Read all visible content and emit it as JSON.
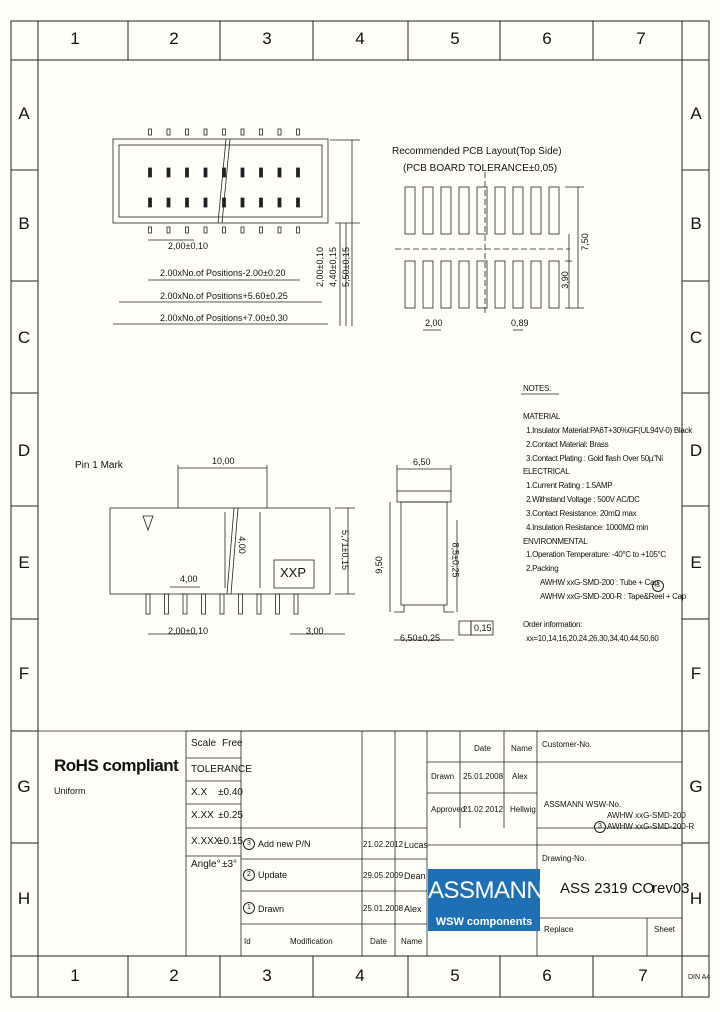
{
  "grid": {
    "columns": [
      "1",
      "2",
      "3",
      "4",
      "5",
      "6",
      "7"
    ],
    "rows": [
      "A",
      "B",
      "C",
      "D",
      "E",
      "F",
      "G",
      "H"
    ]
  },
  "top_view": {
    "pitch_label": "2,00±0,10",
    "positions_2": "2.00xNo.of Positions-2.00±0.20",
    "positions_6": "2.00xNo.of Positions+5.60±0.25",
    "positions_7": "2.00xNo.of Positions+7.00±0.30",
    "dim_v1": "2,00±0,10",
    "dim_v2": "4,40±0,15",
    "dim_v3": "5,50±0,15"
  },
  "pcb_layout": {
    "title": "Recommended PCB Layout(Top Side)",
    "subtitle": "(PCB BOARD TOLERANCE±0,05)",
    "dim_pitch": "2,00",
    "dim_pad": "0,89",
    "dim_height": "7,50",
    "dim_inner": "3,90"
  },
  "side_view": {
    "pin1_label": "Pin 1 Mark",
    "dim_top": "10,00",
    "dim_height": "5,71±0,15",
    "dim_inner": "4,00",
    "dim_pin": "4,00",
    "dim_pitch": "2,00±0,10",
    "marking": "XXP",
    "dim_ref": "3,00"
  },
  "end_view": {
    "dim_top": "6,50",
    "dim_height1": "9,50",
    "dim_height2": "8,5±0,25",
    "dim_bottom": "6,50±0,25",
    "flatness": "0,15"
  },
  "notes": {
    "header": "NOTES:",
    "lines": [
      "MATERIAL",
      "1.Insulator Material:PA6T+30%GF(UL94V-0) Black",
      "2.Contact Material: Brass",
      "3.Contact Plating : Gold flash Over 50µ\"Ni",
      "ELECTRICAL",
      "1.Current Rating : 1.5AMP",
      "2.Withstand Voltage : 500V AC/DC",
      "3.Contact Resistance: 20mΩ max",
      "4.Insulation Resistance: 1000MΩ min",
      "ENVIRONMENTAL",
      "1.Operation Temperature: -40°C to +105°C",
      "2.Packing",
      "AWHW xxG-SMD-200 : Tube + Cap",
      "AWHW xxG-SMD-200-R : Tape&Reel + Cap",
      "Order information:",
      "xx=10,14,16,20,24,26,30,34,40,44,50,60"
    ],
    "rev_badge": "3"
  },
  "title_block": {
    "rohs": "RoHS compliant",
    "uniform": "Uniform",
    "scale_label": "Scale",
    "scale_value": "Free",
    "tolerance_label": "TOLERANCE",
    "tolerances": [
      {
        "label": "X.X",
        "value": "±0.40"
      },
      {
        "label": "X.XX",
        "value": "±0.25"
      },
      {
        "label": "X.XXX",
        "value": "±0.15"
      },
      {
        "label": "Angle°",
        "value": "±3°"
      }
    ],
    "history": [
      {
        "rev": "3",
        "modification": "Add new P/N",
        "date": "21.02.2012",
        "name": "Lucas"
      },
      {
        "rev": "2",
        "modification": "Update",
        "date": "29.05.2009",
        "name": "Dean"
      },
      {
        "rev": "1",
        "modification": "Drawn",
        "date": "25.01.2008",
        "name": "Alex"
      }
    ],
    "history_headers": {
      "id": "Id",
      "modification": "Modification",
      "date": "Date",
      "name": "Name"
    },
    "date_header": "Date",
    "name_header": "Name",
    "drawn_label": "Drawn",
    "drawn_date": "25.01.2008",
    "drawn_name": "Alex",
    "approved_label": "Approved",
    "approved_date": "21.02.2012",
    "approved_name": "Hellwig",
    "customer_label": "Customer-No.",
    "assmann_label": "ASSMANN WSW-No.",
    "part1": "AWHW xxG-SMD-200",
    "part2": "AWHW xxG-SMD-200-R",
    "drawing_label": "Drawing-No.",
    "drawing_no": "ASS 2319 CO",
    "revision": "rev03",
    "replace_label": "Replace",
    "sheet_label": "Sheet",
    "logo_top": "ASSMANN",
    "logo_bottom": "WSW components",
    "format": "DIN A4"
  }
}
